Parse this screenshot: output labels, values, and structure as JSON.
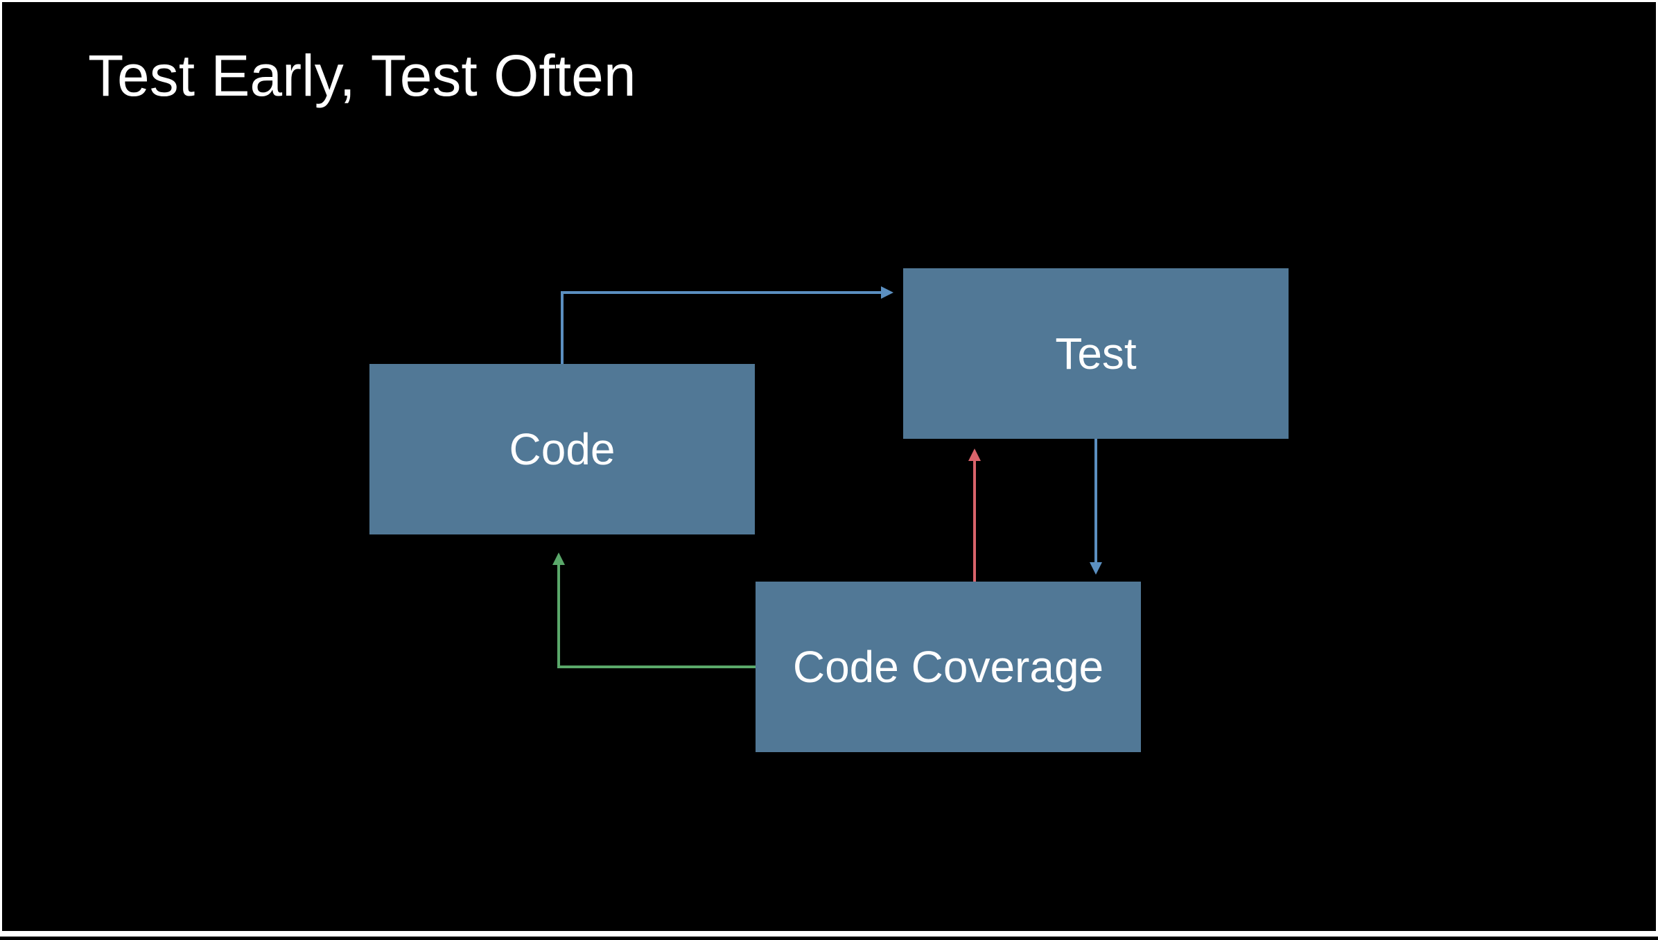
{
  "slide": {
    "title": "Test Early, Test Often"
  },
  "diagram": {
    "nodes": {
      "code": {
        "label": "Code"
      },
      "test": {
        "label": "Test"
      },
      "coverage": {
        "label": "Code Coverage"
      }
    },
    "colors": {
      "background": "#000000",
      "box_fill": "#517896",
      "text": "#ffffff",
      "edge_code_to_test": "#5b8fc0",
      "edge_test_to_coverage": "#5b8fc0",
      "edge_coverage_to_test": "#d9636a",
      "edge_coverage_to_code": "#5aa86a"
    },
    "edges": [
      {
        "from": "code",
        "to": "test"
      },
      {
        "from": "test",
        "to": "coverage"
      },
      {
        "from": "coverage",
        "to": "test"
      },
      {
        "from": "coverage",
        "to": "code"
      }
    ]
  }
}
